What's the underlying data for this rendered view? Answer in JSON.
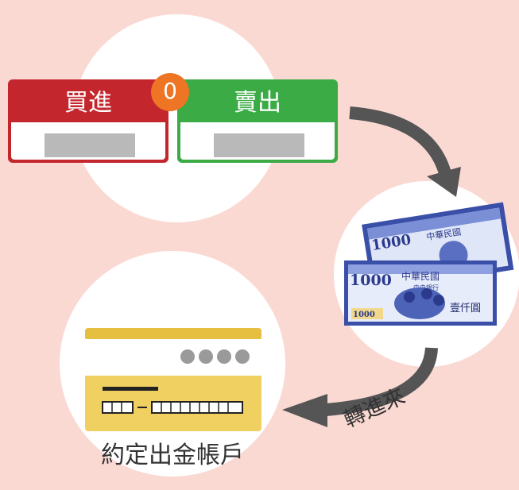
{
  "trade": {
    "buy_label": "買進",
    "sell_label": "賣出",
    "badge_value": "0"
  },
  "transfer_label": "轉進來",
  "account_label": "約定出金帳戶",
  "banknote": {
    "denomination": "1000",
    "issuer": "中華民國",
    "bank": "中央銀行",
    "amount_text": "壹仟圓"
  },
  "colors": {
    "background": "#fbd9d3",
    "buy": "#c4262e",
    "sell": "#3aab45",
    "badge": "#ee7523",
    "card": "#f0d060",
    "arrow": "#555555"
  },
  "icons": [
    "banknote-icon",
    "bank-card-icon",
    "curved-arrow-icon"
  ]
}
